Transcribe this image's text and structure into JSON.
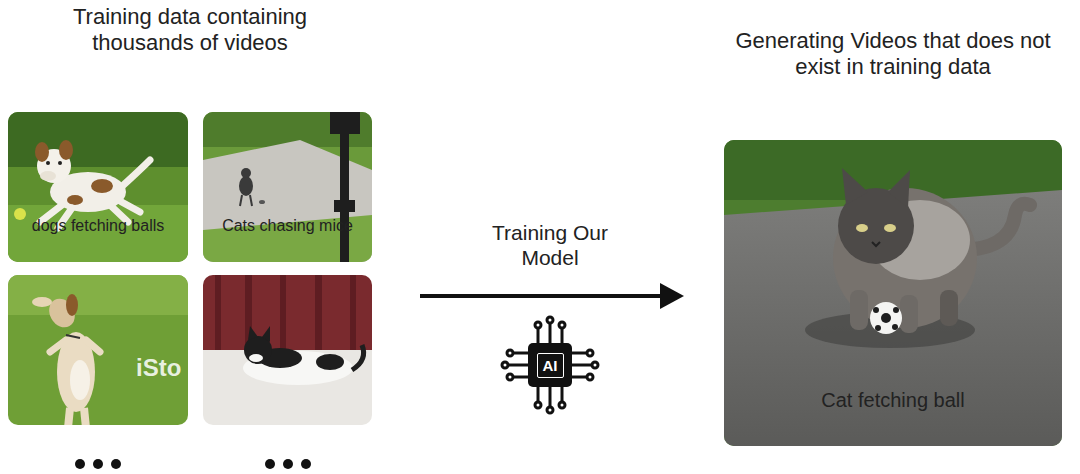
{
  "diagram": {
    "nodes": [
      {
        "text": [
          "dogs fetching balls"
        ]
      },
      {
        "text": [
          "Cats chasing mice"
        ]
      },
      {
        "text": [
          "AI"
        ]
      },
      {
        "text": [
          "Cat fetching ball"
        ]
      }
    ],
    "labels": [
      "Training data containing thousands of videos",
      "Training Our Model",
      "Generating Videos that does not exist in training data",
      "iSto"
    ]
  }
}
